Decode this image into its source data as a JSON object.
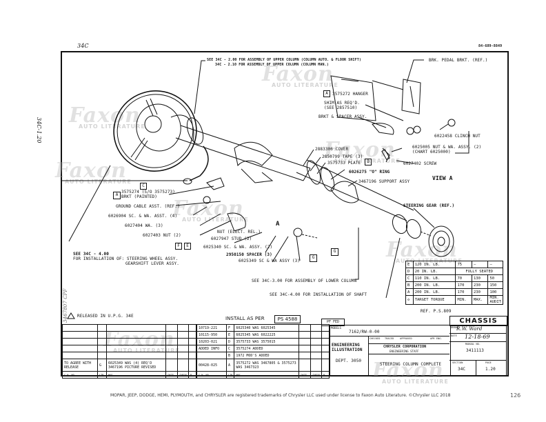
{
  "header": {
    "corner_left": "34C",
    "corner_right": "84-689-8849",
    "margin_left_top": "34C-1.20",
    "margin_left_bottom": "3467807 CPF"
  },
  "callouts": {
    "upper_assembly_line1": "SEE 34C - 2.00 FOR ASSEMBLY OF UPPER COLUMN (COLUMN AUTO. & FLOOR SHIFT)",
    "upper_assembly_line2": "34C - 2.10 FOR ASSEMBLY OF UPPER COLUMN (COLUMN MAN.)",
    "pedal_bracket": "BRK. PEDAL BRKT. (REF.)",
    "hanger": "3575272 HANGER",
    "shim_line1": "SHIM AS REQ'D.",
    "shim_line2": "(SEE 2857510)",
    "brkt_spacer": "BRKT & SPACER ASSY.",
    "clinch_nut": "6022458 CLINCH NUT",
    "nut_wa_line1": "6025005 NUT & WA. ASSY. (2)",
    "nut_wa_line2": "(CHART 6025000)",
    "screw": "6027402 SCREW",
    "cover": "2883306 COVER",
    "tape": "2850799 TAPE (3)",
    "plate": "3575733 PLATE",
    "o_ring": "6026275 \"O\" RING",
    "support": "3467196 SUPPORT ASSY",
    "view_a": "VIEW A",
    "brkt_painted_line1": "3575274 (S/O 3575273)",
    "brkt_painted_line2": "BRKT (PAINTED)",
    "ground_cable": "GROUND CABLE ASST. (REF.)",
    "sc_wa_4": "6026904 SC. & WA. ASST. (4)",
    "wa_3": "6027404 WA. (3)",
    "nut_2": "6027403 NUT (2)",
    "nut_elect": "NUT (ELECT. REL.)",
    "stud_2": "6027947 STUD (2)",
    "sc_wa_2": "6025340 SC. & WA. ASSY. (2)",
    "spacer_3": "2950150 SPACER (3)",
    "sc_wa_3": "6025349 SC & WA ASSY (3)",
    "install_line1": "SEE 34C - 4.00",
    "install_line2": "FOR INSTALLATION OF: STEERING WHEEL ASSY.",
    "install_line3": "GEARSHIFT LEVER ASSY.",
    "steering_gear": "STEERING GEAR (REF.)",
    "lower_column": "SEE 34C-3.00 FOR ASSEMBLY OF LOWER COLUMN",
    "shaft_install": "SEE 34C-4.00 FOR INSTALLATION OF SHAFT",
    "view_a_marker": "A",
    "released": "RELEASED IN U.P.G. 34E"
  },
  "letters": {
    "A": "A",
    "B": "B",
    "C": "C",
    "D": "D",
    "E": "E",
    "F": "F",
    "G": "G",
    "one": "1"
  },
  "torque_table": {
    "headers": [
      "",
      "TARGET TORQUE",
      "MIN.",
      "MAX.",
      "MIN. AUDIT"
    ],
    "rows": [
      [
        "E",
        "120 IN. LB.",
        "75",
        "—",
        "—"
      ],
      [
        "D",
        "20 IN. LB.",
        "FULLY SEATED",
        "",
        ""
      ],
      [
        "C",
        "110 IN. LB.",
        "70",
        "130",
        "50"
      ],
      [
        "B",
        "200 IN. LB.",
        "170",
        "230",
        "150"
      ],
      [
        "A",
        "200 IN. LB.",
        "170",
        "230",
        "100"
      ]
    ],
    "ref": "REF. P.S.809"
  },
  "title_block": {
    "chassis": "CHASSIS",
    "install_as_per": "INSTALL AS PER",
    "ps_number": "PS 4588",
    "pf_fed": "PF FED",
    "model_label": "MODELS",
    "model": "7162/RW-0-00",
    "checked_label": "CHECKED",
    "traced_label": "TRACED",
    "approved_label": "APPROVED",
    "apr_eng_label": "APR ENG.",
    "drawn_label": "DRAWN",
    "drawn_by": "R.W. Ward",
    "date_label": "DATE",
    "date": "12-18-69",
    "dept_name_line1": "ENGINEERING",
    "dept_name_line2": "ILLUSTRATION",
    "dept": "DEPT. 3050",
    "company_line1": "CHRYSLER CORPORATION",
    "company_line2": "ENGINEERING STAFF",
    "title": "STEERING COLUMN COMPLETE",
    "manual_no_label": "MANUAL NO.",
    "manual_no": "3411113",
    "section_label": "SECTION",
    "section": "34C",
    "page_label": "PAGE",
    "page": "1.20"
  },
  "revisions_right": {
    "rows": [
      {
        "cn": "10719-221",
        "ltr": "F",
        "was": "6025340 WAS 6025345"
      },
      {
        "cn": "10115-950",
        "ltr": "E",
        "was": "6025345 WAS 6022225"
      },
      {
        "cn": "10203-021",
        "ltr": "D",
        "was": "3575733 WAS 3575015"
      },
      {
        "cn": "ADDED INFO",
        "ltr": "C",
        "was": "3575274 ADDED"
      },
      {
        "cn": "",
        "ltr": "B",
        "was": "1972 MOD'S ADDED"
      },
      {
        "cn": "00428-025",
        "ltr": "A",
        "was": "3575272 WAS 3467805 & 3575273 WAS 3467323"
      }
    ],
    "footer": [
      "C.N. NO.",
      "LTR",
      "WAS",
      "DATE",
      "CHECK",
      "B"
    ]
  },
  "revisions_left": {
    "row_cn": "TO AGREE WITH RELEASE",
    "row_ltr": "G",
    "row_was_line1": "6025349 WAS (4) REQ'D",
    "row_was_line2": "3467196 PICTURE REVISED",
    "footer": [
      "C.N. NO.",
      "LTR",
      "WAS",
      "DATE",
      "CHECK",
      "B"
    ]
  },
  "watermark": {
    "brand": "Faxon",
    "tagline": "AUTO LITERATURE"
  },
  "footer": {
    "trademark": "MOPAR, JEEP, DODGE, HEMI, PLYMOUTH, and CHRYSLER are registered trademarks of Chrysler LLC used under license to Faxon Auto Literature. ©Chrysler LLC 2018",
    "page_number": "126"
  }
}
